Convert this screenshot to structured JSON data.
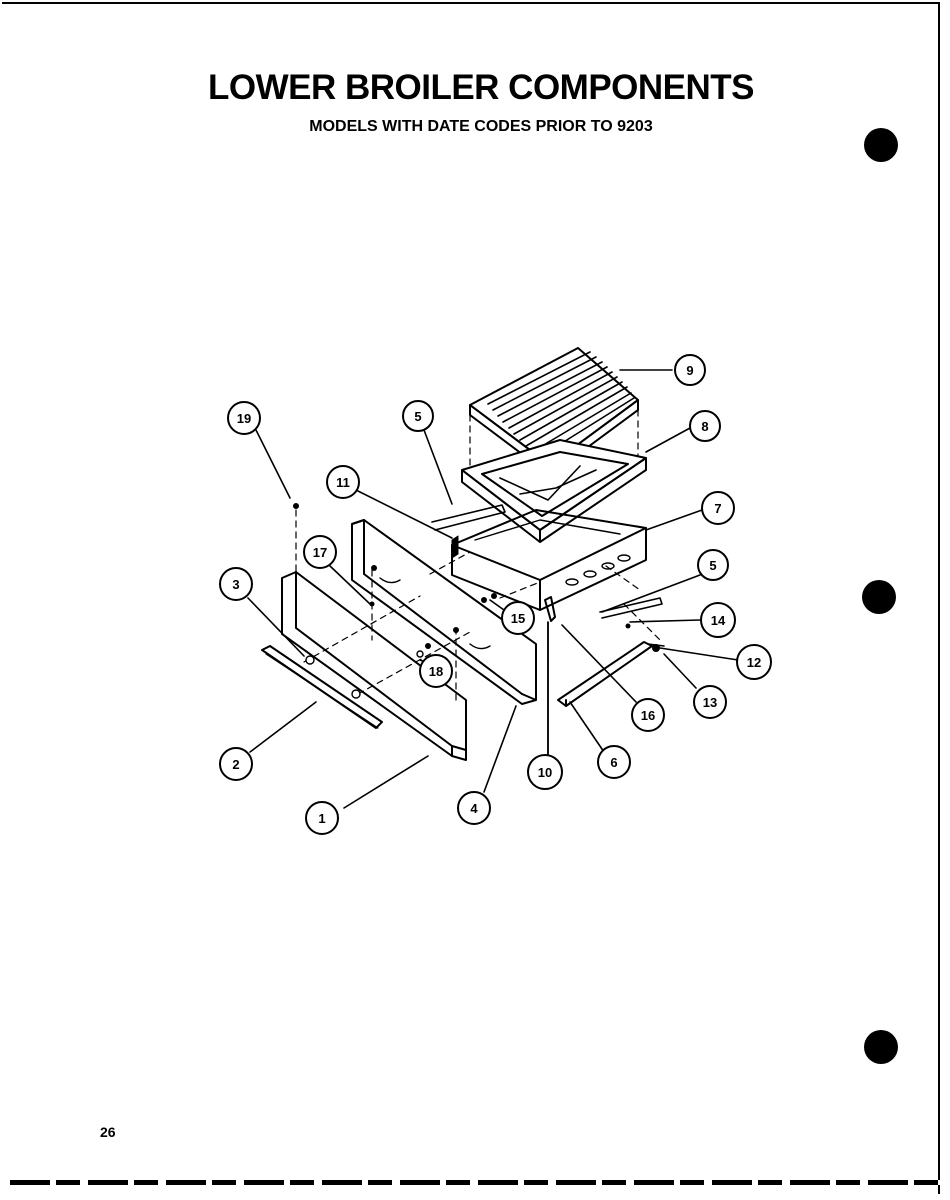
{
  "title": "LOWER BROILER COMPONENTS",
  "subtitle": "MODELS WITH DATE CODES PRIOR TO 9203",
  "page_number": "26",
  "callouts": {
    "c1": "1",
    "c2": "2",
    "c3": "3",
    "c4": "4",
    "c5a": "5",
    "c5b": "5",
    "c6": "6",
    "c7": "7",
    "c8": "8",
    "c9": "9",
    "c10": "10",
    "c11": "11",
    "c12": "12",
    "c13": "13",
    "c14": "14",
    "c15": "15",
    "c16": "16",
    "c17": "17",
    "c18": "18",
    "c19": "19"
  }
}
